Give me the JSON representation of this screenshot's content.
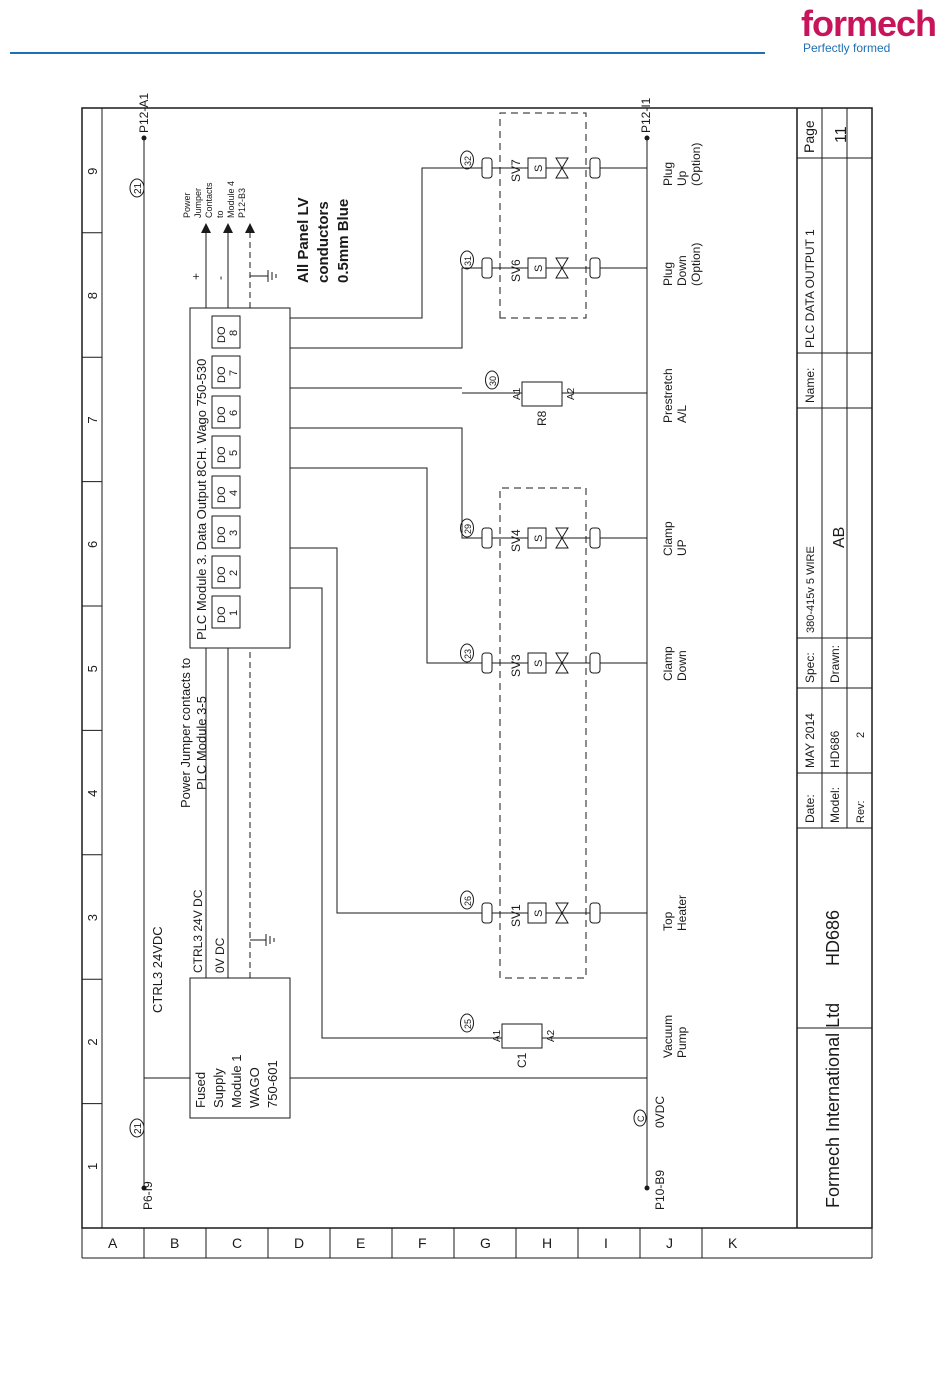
{
  "brand": {
    "name": "formech",
    "tagline": "Perfectly formed",
    "color": "#c8145a",
    "tag_color": "#1e6fb5"
  },
  "grid": {
    "cols": [
      "1",
      "2",
      "3",
      "4",
      "5",
      "6",
      "7",
      "8",
      "9"
    ],
    "rows": [
      "A",
      "B",
      "C",
      "D",
      "E",
      "F",
      "G",
      "H",
      "I",
      "J",
      "K"
    ]
  },
  "refs": {
    "p6": "P6-I9",
    "p12a1": "P12-A1",
    "p10": "P10-B9",
    "p12i1": "P12-I1",
    "n21": "21",
    "nC": "C",
    "zero_vdc": "0VDC"
  },
  "rails": {
    "ctrl3": "CTRL3 24VDC",
    "supply_out_24": "CTRL3 24V DC",
    "supply_out_0v": "0V DC"
  },
  "power_jumper": {
    "line1": "Power Jumper contacts to",
    "line2": "PLC Module 3-5"
  },
  "power_jumper_right": [
    "Power",
    "Jumper",
    "Contacts",
    "to",
    "Module 4",
    "P12-B3"
  ],
  "supply_box": [
    "Fused",
    "Supply",
    "Module 1",
    "WAGO",
    "750-601"
  ],
  "plc_module": {
    "title": "PLC Module 3.  Data Output 8CH.  Wago 750-530"
  },
  "plc_channels": [
    {
      "type": "DO",
      "num": "1"
    },
    {
      "type": "DO",
      "num": "2"
    },
    {
      "type": "DO",
      "num": "3"
    },
    {
      "type": "DO",
      "num": "4"
    },
    {
      "type": "DO",
      "num": "5"
    },
    {
      "type": "DO",
      "num": "6"
    },
    {
      "type": "DO",
      "num": "7"
    },
    {
      "type": "DO",
      "num": "8"
    }
  ],
  "polarity": {
    "plus": "+",
    "minus": "-"
  },
  "note": [
    "All Panel LV",
    "conductors",
    "0.5mm Blue"
  ],
  "wires": {
    "w25": "25",
    "w26": "26",
    "w23": "23",
    "w29": "29",
    "w30": "30",
    "w31": "31",
    "w32": "32"
  },
  "relays": {
    "c1": {
      "name": "C1",
      "a1": "A1",
      "a2": "A2"
    },
    "r8": {
      "name": "R8",
      "a1": "A1",
      "a2": "A2"
    }
  },
  "valves": {
    "sv1": "SV1",
    "sv3": "SV3",
    "sv4": "SV4",
    "sv6": "SV6",
    "sv7": "SV7",
    "s": "S"
  },
  "loads": {
    "vacuum": [
      "Vacuum",
      "Pump"
    ],
    "top_heater": [
      "Top",
      "Heater"
    ],
    "clamp_down": [
      "Clamp",
      "Down"
    ],
    "clamp_up": [
      "Clamp",
      "UP"
    ],
    "prestretch": [
      "Prestretch",
      "A/L"
    ],
    "plug_down": [
      "Plug",
      "Down",
      "(Option)"
    ],
    "plug_up": [
      "Plug",
      "Up",
      "(Option)"
    ]
  },
  "title_block": {
    "company": "Formech International Ltd",
    "model_main": "HD686",
    "date_label": "Date:",
    "date": "MAY 2014",
    "model_label": "Model:",
    "model": "HD686",
    "rev_label": "Rev:",
    "rev": "2",
    "spec_label": "Spec:",
    "spec": "380-415v 5 WIRE",
    "drawn_label": "Drawn:",
    "drawn": "AB",
    "name_label": "Name:",
    "name": "PLC DATA OUTPUT 1",
    "page_label": "Page",
    "page": "11"
  }
}
